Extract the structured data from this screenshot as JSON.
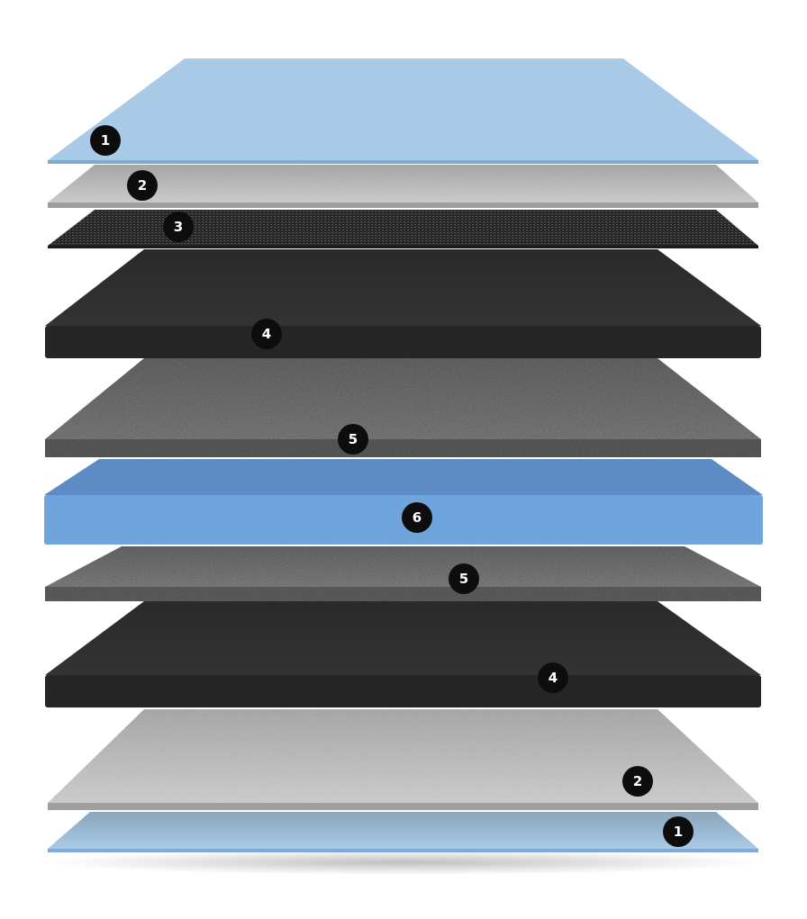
{
  "diagram": {
    "type": "exploded-layer-stack",
    "layers": [
      {
        "id": "layer-1-top",
        "label": "1",
        "material": "light-blue-film",
        "color": "#a9cae6"
      },
      {
        "id": "layer-2-top",
        "label": "2",
        "material": "light-gray-felt",
        "color": "#d2d2d2"
      },
      {
        "id": "layer-3",
        "label": "3",
        "material": "black-mesh",
        "color": "#2a2a2a"
      },
      {
        "id": "layer-4-top",
        "label": "4",
        "material": "black-foam",
        "color": "#2c2c2c"
      },
      {
        "id": "layer-5-top",
        "label": "5",
        "material": "gray-granular",
        "color": "#7a7a7a"
      },
      {
        "id": "layer-6",
        "label": "6",
        "material": "blue-core",
        "color": "#6fa4dc"
      },
      {
        "id": "layer-5-bottom",
        "label": "5",
        "material": "gray-granular",
        "color": "#777777"
      },
      {
        "id": "layer-4-bottom",
        "label": "4",
        "material": "black-foam",
        "color": "#2c2c2c"
      },
      {
        "id": "layer-2-bottom",
        "label": "2",
        "material": "light-gray-felt",
        "color": "#cfcfcf"
      },
      {
        "id": "layer-1-bottom",
        "label": "1",
        "material": "light-blue-film",
        "color": "#a9cae6"
      }
    ]
  }
}
